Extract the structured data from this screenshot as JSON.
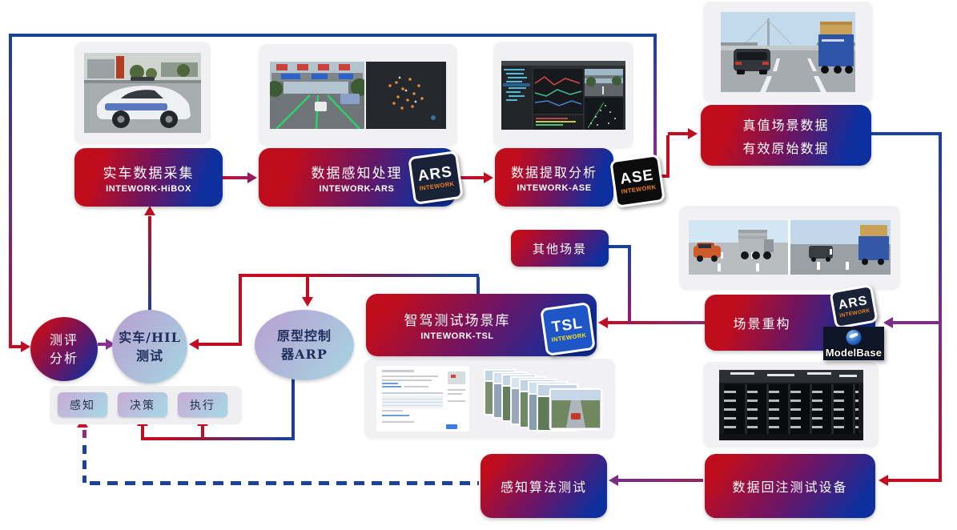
{
  "boxes": {
    "vehicle_collect": {
      "title": "实车数据采集",
      "subtitle": "INTEWORK-HiBOX"
    },
    "perception_process": {
      "title": "数据感知处理",
      "subtitle": "INTEWORK-ARS"
    },
    "extraction_analysis": {
      "title": "数据提取分析",
      "subtitle": "INTEWORK-ASE"
    },
    "ground_truth": {
      "line1": "真值场景数据",
      "line2": "有效原始数据"
    },
    "other_scenarios": {
      "title": "其他场景"
    },
    "scenario_library": {
      "title": "智驾测试场景库",
      "subtitle": "INTEWORK-TSL"
    },
    "scene_reconstruction": {
      "title": "场景重构"
    },
    "perception_algo_test": {
      "title": "感知算法测试"
    },
    "data_reinjection": {
      "title": "数据回注测试设备"
    }
  },
  "nodes": {
    "evaluation": {
      "line1": "测评",
      "line2": "分析"
    },
    "hil": {
      "line1": "实车/HIL",
      "line2": "测试"
    },
    "arp": {
      "line1": "原型控制",
      "line2": "器ARP"
    }
  },
  "chips": {
    "perception": "感知",
    "decision": "决策",
    "execution": "执行"
  },
  "badges": {
    "ars": {
      "name": "ARS",
      "brand": "INTEWORK"
    },
    "ase": {
      "name": "ASE",
      "brand": "INTEWORK"
    },
    "tsl": {
      "name": "TSL",
      "brand": "INTEWORK"
    },
    "ars_reconstruction": {
      "name": "ARS",
      "brand": "INTEWORK"
    },
    "modelbase": {
      "name": "ModelBase"
    }
  },
  "colors": {
    "box_red": "#c00d1d",
    "box_blue": "#0e2f9e",
    "line_blue": "#1b4298",
    "line_red": "#c00d22",
    "line_purple": "#7b2d86",
    "badge_orange": "#f5821f",
    "badge_yellow": "#ffe01a",
    "badge_blue": "#1e56c8"
  }
}
